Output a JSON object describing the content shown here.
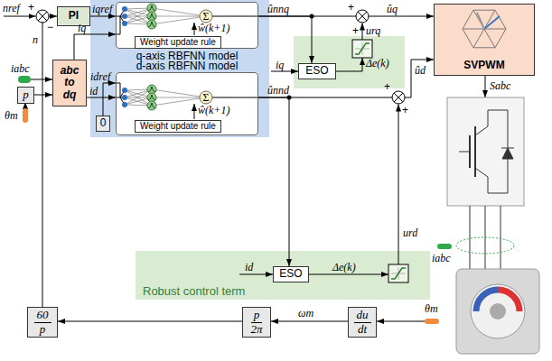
{
  "diagram": {
    "nodes": [
      {
        "text": [
          "PI"
        ]
      },
      {
        "text": [
          "abc to dq"
        ]
      },
      {
        "text": [
          "p"
        ]
      },
      {
        "text": [
          "q-axis RBFNN model"
        ]
      },
      {
        "text": [
          "Weight update rule"
        ],
        "in": 3
      },
      {
        "text": [
          "d-axis RBFNN model"
        ]
      },
      {
        "text": [
          "Weight update rule"
        ],
        "in": 5
      },
      {
        "text": [
          "0"
        ]
      },
      {
        "text": [
          "ESO"
        ]
      },
      {
        "text": [
          "Robust control term"
        ]
      },
      {
        "text": [
          "ESO"
        ],
        "in": 9
      },
      {
        "text": [
          "SVPWM"
        ]
      },
      {
        "text": [
          "60",
          "p"
        ]
      },
      {
        "text": [
          "p",
          "2π"
        ]
      },
      {
        "text": [
          "du",
          "dt"
        ]
      }
    ],
    "edges": [
      {
        "from": 0,
        "to": 3,
        "arrow": "to",
        "label": "iqref"
      },
      {
        "from": 1,
        "to": 3,
        "arrow": "to",
        "label": "iq"
      },
      {
        "from": 1,
        "to": 5,
        "arrow": "to",
        "label": "id"
      },
      {
        "from": 7,
        "to": 5,
        "arrow": "to",
        "label": "idref"
      },
      {
        "from": 2,
        "to": 1,
        "arrow": "to"
      },
      {
        "from": 3,
        "to": 11,
        "arrow": "to",
        "label": "ûq"
      },
      {
        "from": 5,
        "to": 11,
        "arrow": "to",
        "label": "ûd"
      },
      {
        "from": 3,
        "to": 8,
        "arrow": "to"
      },
      {
        "from": 5,
        "to": 10,
        "arrow": "to"
      },
      {
        "from": 14,
        "to": 13,
        "arrow": "to",
        "label": "ωm"
      },
      {
        "from": 13,
        "to": 12,
        "arrow": "to"
      },
      {
        "from": 12,
        "to": 0,
        "arrow": "to",
        "label": "n"
      }
    ],
    "labels": [
      "nref",
      "+",
      "−",
      "ŵ(k+1)",
      "ŵ(k+1)",
      "ûnnq",
      "ûnnd",
      "+",
      "+",
      "urq",
      "Δe(k)",
      "iq",
      "+",
      "+",
      "urd",
      "Δe(k)",
      "id",
      "Sabc",
      "iabc",
      "iabc",
      "θm",
      "θm",
      "Σ",
      "Σ"
    ]
  }
}
